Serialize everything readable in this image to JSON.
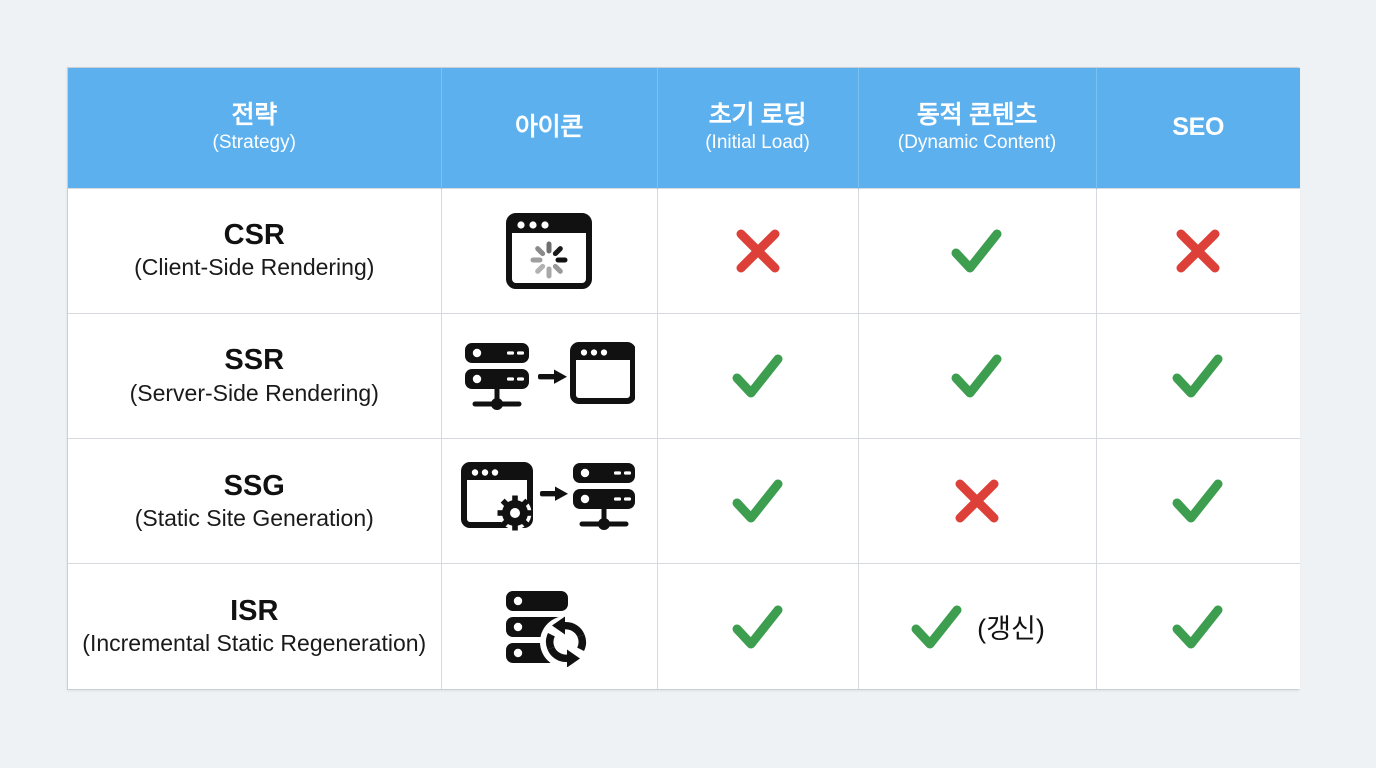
{
  "page": {
    "background_color": "#eef2f5",
    "title": "Rendering Strategy Comparison Table"
  },
  "colors": {
    "header_bg": "#5cb0ee",
    "header_text": "#ffffff",
    "check_green": "#3d9e4f",
    "cross_red": "#dc4038",
    "icon_black": "#111111",
    "grid_line": "#d6dade"
  },
  "table": {
    "columns": [
      {
        "id": "strategy",
        "ko": "전략",
        "en": "(Strategy)"
      },
      {
        "id": "icon",
        "ko": "아이콘",
        "en": ""
      },
      {
        "id": "load",
        "ko": "초기 로딩",
        "en": "(Initial Load)"
      },
      {
        "id": "dynamic",
        "ko": "동적 콘텐츠",
        "en": "(Dynamic Content)"
      },
      {
        "id": "seo",
        "ko": "SEO",
        "en": ""
      }
    ],
    "rows": [
      {
        "abbr": "CSR",
        "full": "(Client-Side Rendering)",
        "icon": "browser-spinner-icon",
        "load": {
          "mark": "cross",
          "note": ""
        },
        "dynamic": {
          "mark": "check",
          "note": ""
        },
        "seo": {
          "mark": "cross",
          "note": ""
        }
      },
      {
        "abbr": "SSR",
        "full": "(Server-Side Rendering)",
        "icon": "server-to-browser-icon",
        "load": {
          "mark": "check",
          "note": ""
        },
        "dynamic": {
          "mark": "check",
          "note": ""
        },
        "seo": {
          "mark": "check",
          "note": ""
        }
      },
      {
        "abbr": "SSG",
        "full": "(Static Site Generation)",
        "icon": "browser-gear-to-server-icon",
        "load": {
          "mark": "check",
          "note": ""
        },
        "dynamic": {
          "mark": "cross",
          "note": ""
        },
        "seo": {
          "mark": "check",
          "note": ""
        }
      },
      {
        "abbr": "ISR",
        "full": "(Incremental Static Regeneration)",
        "icon": "server-refresh-icon",
        "load": {
          "mark": "check",
          "note": ""
        },
        "dynamic": {
          "mark": "check",
          "note": "(갱신)"
        },
        "seo": {
          "mark": "check",
          "note": ""
        }
      }
    ]
  }
}
